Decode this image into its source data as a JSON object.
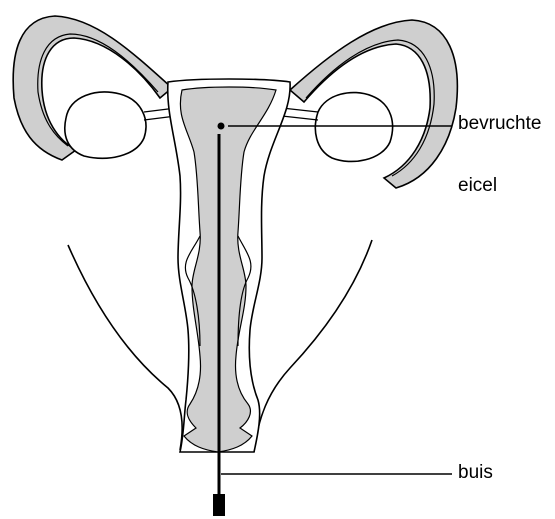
{
  "labels": {
    "fertilized_egg_line1": "bevruchte",
    "fertilized_egg_line2": "eicel",
    "tube": "buis"
  },
  "colors": {
    "line": "#000000",
    "fill_tissue": "#cfcfcf",
    "fill_organ": "#ffffff"
  }
}
